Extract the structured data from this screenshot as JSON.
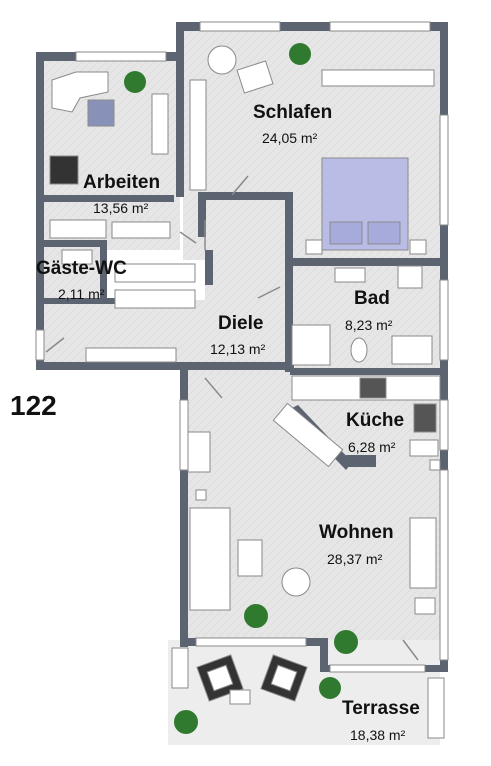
{
  "unit_number": "122",
  "colors": {
    "wall": "#5b6470",
    "floor": "#e5e5e5",
    "terrace": "#ececec",
    "furniture": "#ffffff",
    "furniture_stroke": "#8a8a8a",
    "wood": "#c9a15d",
    "bed": "#b9bde6",
    "plant": "#2f7a2f",
    "dark": "#333333"
  },
  "rooms": [
    {
      "id": "schlafen",
      "name": "Schlafen",
      "area": "24,05 m²"
    },
    {
      "id": "arbeiten",
      "name": "Arbeiten",
      "area": "13,56 m²"
    },
    {
      "id": "gaeste-wc",
      "name": "Gäste-WC",
      "area": "2,11 m²"
    },
    {
      "id": "bad",
      "name": "Bad",
      "area": "8,23 m²"
    },
    {
      "id": "diele",
      "name": "Diele",
      "area": "12,13 m²"
    },
    {
      "id": "kueche",
      "name": "Küche",
      "area": "6,28 m²"
    },
    {
      "id": "wohnen",
      "name": "Wohnen",
      "area": "28,37 m²"
    },
    {
      "id": "terrasse",
      "name": "Terrasse",
      "area": "18,38 m²"
    }
  ]
}
